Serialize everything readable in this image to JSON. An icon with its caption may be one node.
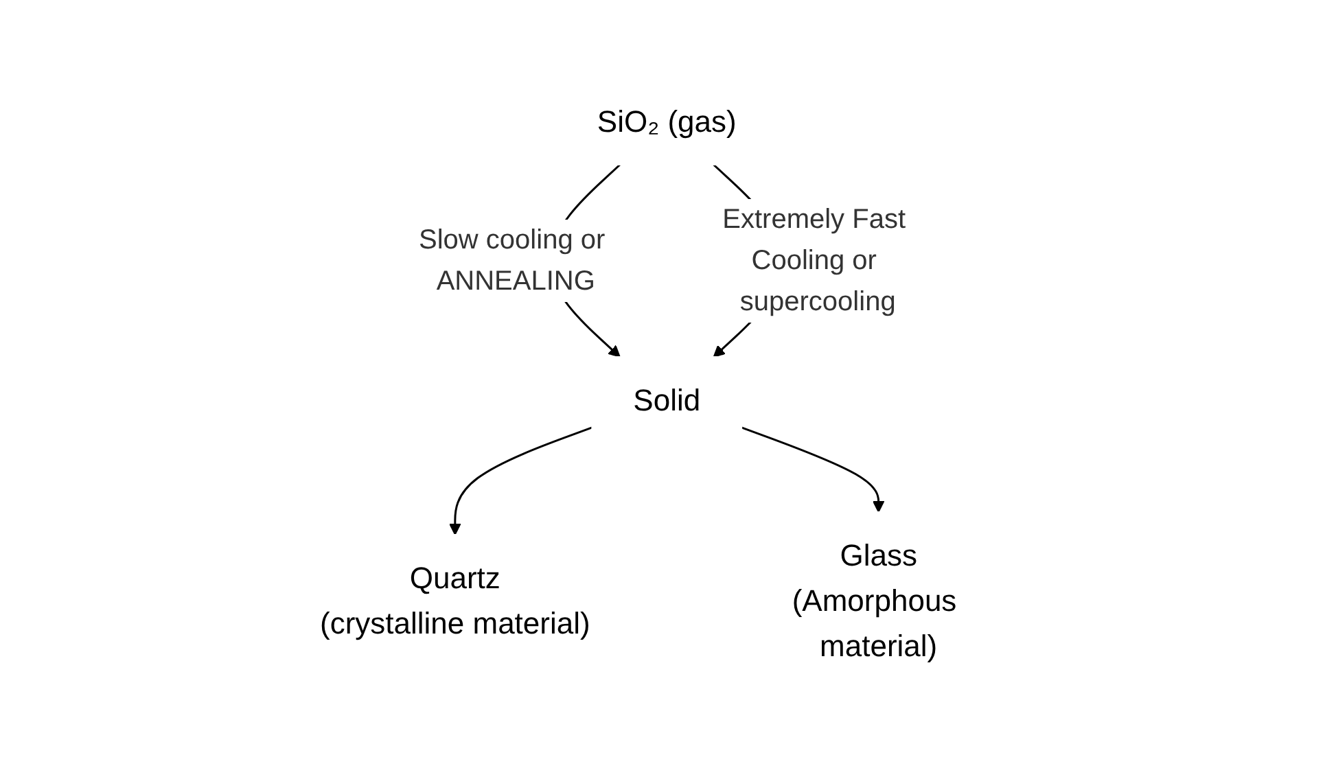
{
  "diagram": {
    "nodes": [
      {
        "text": [
          "SiO₂ (gas)"
        ]
      },
      {
        "text": [
          "Solid"
        ]
      },
      {
        "text": [
          "Quartz",
          "(crystalline material)"
        ]
      },
      {
        "text": [
          "Glass",
          "(Amorphous material)"
        ]
      }
    ],
    "edges": [
      {
        "from": 0,
        "to": 1,
        "arrow": "to",
        "label": "Slow cooling or ANNEALING"
      },
      {
        "from": 0,
        "to": 1,
        "arrow": "to",
        "label": "Extremely Fast Cooling or supercooling"
      },
      {
        "from": 1,
        "to": 2,
        "arrow": "to"
      },
      {
        "from": 1,
        "to": 3,
        "arrow": "to"
      }
    ]
  }
}
